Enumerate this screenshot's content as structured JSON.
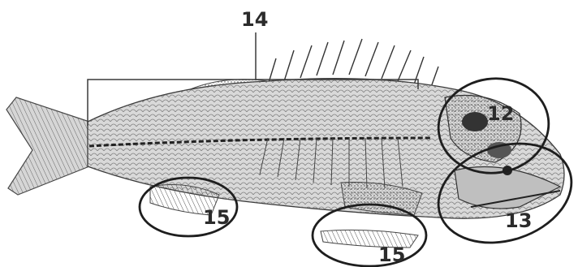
{
  "figure": {
    "callouts": [
      {
        "id": "skeleton-bracket",
        "number": "14"
      },
      {
        "id": "gill-region",
        "number": "12"
      },
      {
        "id": "head-jaw-region",
        "number": "13"
      },
      {
        "id": "pelvic-fin-region",
        "number": "15"
      },
      {
        "id": "anal-fin-region",
        "number": "15"
      }
    ]
  }
}
